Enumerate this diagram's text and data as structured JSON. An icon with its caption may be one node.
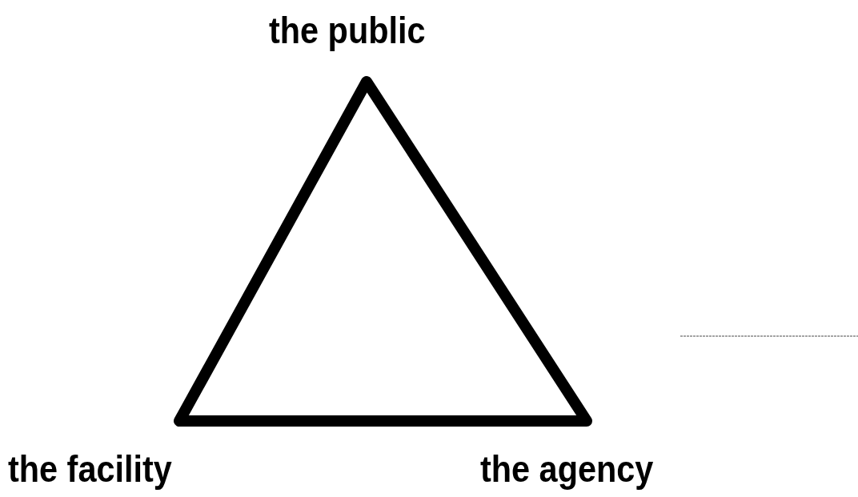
{
  "diagram": {
    "labels": [
      "the public",
      "the facility",
      "the agency"
    ]
  }
}
